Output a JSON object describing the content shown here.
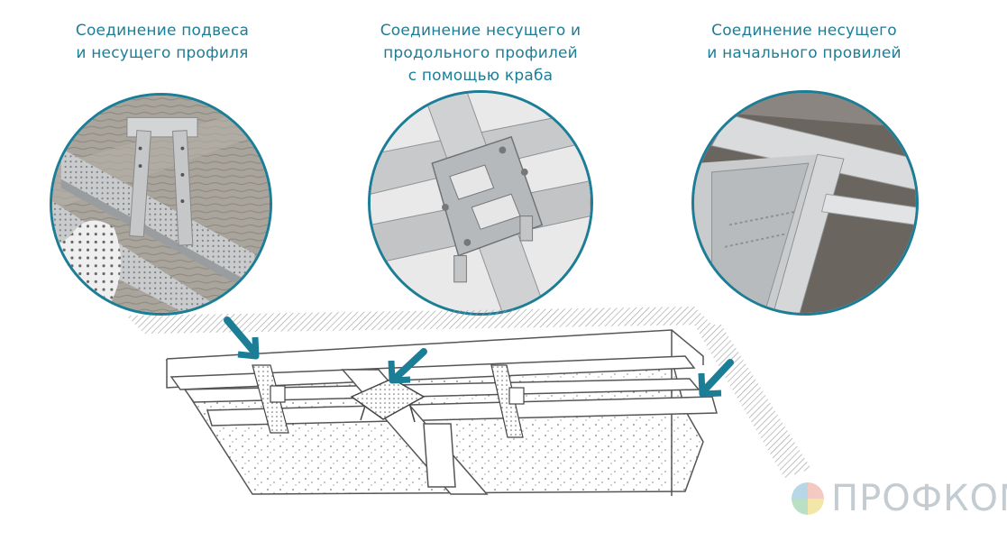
{
  "captions": [
    {
      "lines": [
        "Соединение подвеса",
        "и несущего профиля"
      ]
    },
    {
      "lines": [
        "Соединение несущего и",
        "продольного профилей",
        "с помощью краба"
      ]
    },
    {
      "lines": [
        "Соединение несущего",
        "и начального провилей"
      ]
    }
  ],
  "logo": {
    "text": "ПРОФКОМ",
    "icon": "pie-chart-logo-icon"
  },
  "colors": {
    "accent": "#1c7e96",
    "logo_text": "#c4ccd1",
    "line": "#555555",
    "hatch": "#888888"
  }
}
